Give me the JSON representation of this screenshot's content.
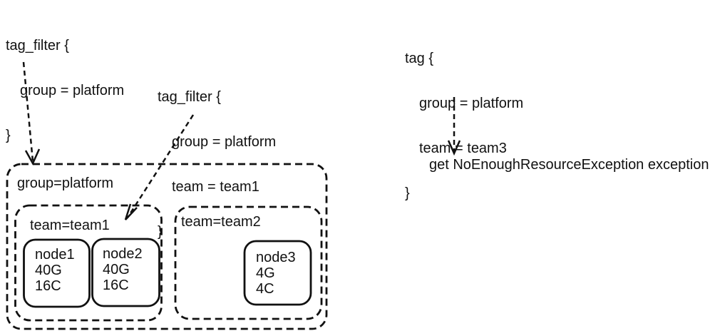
{
  "code_blocks": {
    "filter_group": {
      "lines": [
        "tag_filter {",
        "group = platform",
        "}"
      ]
    },
    "filter_group_team": {
      "lines": [
        "tag_filter {",
        "group = platform",
        "team = team1",
        "}"
      ]
    },
    "tag_team3": {
      "lines": [
        "tag {",
        "group = platform",
        "team = team3",
        "}"
      ]
    }
  },
  "cluster": {
    "group_label": "group=platform",
    "teams": [
      {
        "label": "team=team1"
      },
      {
        "label": "team=team2"
      }
    ],
    "nodes": [
      {
        "name": "node1",
        "memory": "40G",
        "cpu": "16C"
      },
      {
        "name": "node2",
        "memory": "40G",
        "cpu": "16C"
      },
      {
        "name": "node3",
        "memory": "4G",
        "cpu": "4C"
      }
    ]
  },
  "result_text": "get NoEnoughResourceException exception",
  "colors": {
    "ink": "#111111",
    "background": "#ffffff"
  }
}
